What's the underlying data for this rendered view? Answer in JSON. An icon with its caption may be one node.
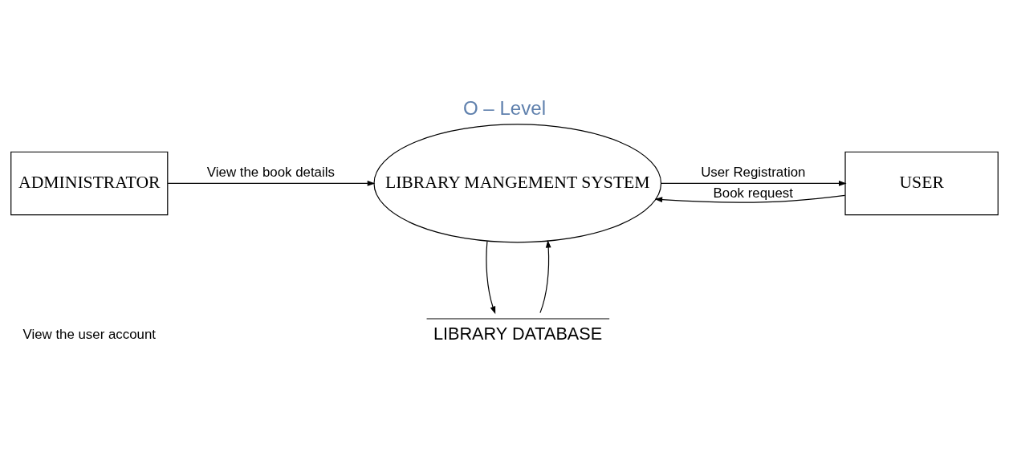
{
  "diagram": {
    "title": "O – Level",
    "nodes": [
      {
        "text": [
          "ADMINISTRATOR"
        ]
      },
      {
        "text": [
          "LIBRARY MANGEMENT SYSTEM"
        ]
      },
      {
        "text": [
          "USER"
        ]
      },
      {
        "text": [
          "LIBRARY DATABASE"
        ]
      }
    ],
    "edges": [
      {
        "from": 0,
        "to": 1,
        "arrow": "to",
        "label": "View the book details"
      },
      {
        "from": 1,
        "to": 2,
        "arrow": "to",
        "label": "User Registration"
      },
      {
        "from": 2,
        "to": 1,
        "arrow": "to",
        "label": "Book request"
      },
      {
        "from": 1,
        "to": 3,
        "arrow": "to"
      },
      {
        "from": 3,
        "to": 1,
        "arrow": "to"
      }
    ],
    "labels": [
      "View the user account"
    ]
  }
}
